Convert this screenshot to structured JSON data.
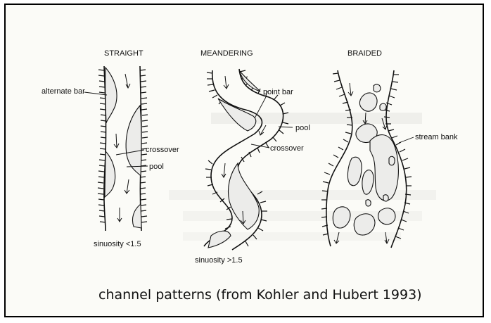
{
  "panels": {
    "straight": {
      "title": "STRAIGHT",
      "labels": {
        "alternate_bar": "alternate bar",
        "crossover": "crossover",
        "pool": "pool",
        "sinuosity": "sinuosity <1.5"
      }
    },
    "meandering": {
      "title": "MEANDERING",
      "labels": {
        "point_bar": "point bar",
        "pool": "pool",
        "crossover": "crossover",
        "sinuosity": "sinuosity >1.5"
      }
    },
    "braided": {
      "title": "BRAIDED",
      "labels": {
        "stream_bank": "stream bank"
      }
    }
  },
  "caption": "channel patterns (from Kohler and Hubert 1993)",
  "colors": {
    "ink": "#111111",
    "background": "#fbfbf7",
    "bar_fill": "#ececea"
  }
}
